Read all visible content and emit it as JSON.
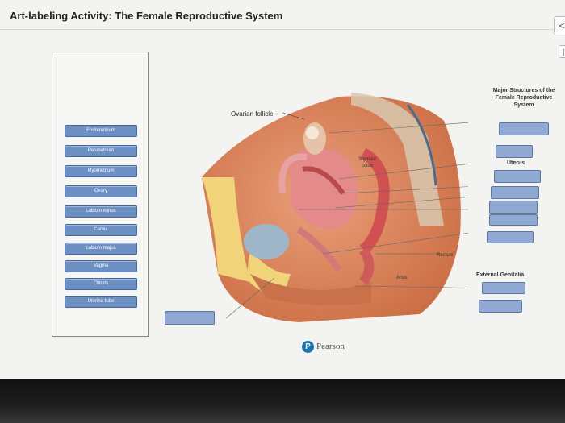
{
  "header": {
    "title": "Art-labeling Activity: The Female Reproductive System"
  },
  "nav": {
    "back_glyph": "<",
    "next_glyph": "|"
  },
  "word_bank": [
    "Endometrium",
    "Perimetrium",
    "Myometrium",
    "Ovary",
    "Labium minus",
    "Cervix",
    "Labium majus",
    "Vagina",
    "Clitoris",
    "Uterine tube"
  ],
  "diagram": {
    "labels": {
      "ovarian_follicle": "Ovarian follicle",
      "sigmoid_colon": "Sigmoid colon",
      "rectum": "Rectum",
      "anus": "Anus"
    }
  },
  "legend": {
    "heading": "Major Structures of the Female Reproductive System",
    "uterus": "Uterus",
    "external_genitalia": "External Genitalia"
  },
  "footer": {
    "brand": "Pearson",
    "logo_letter": "P"
  },
  "colors": {
    "term_fill": "#6d90c4",
    "slot_fill": "#8fa9d2",
    "brand": "#1773b3"
  }
}
